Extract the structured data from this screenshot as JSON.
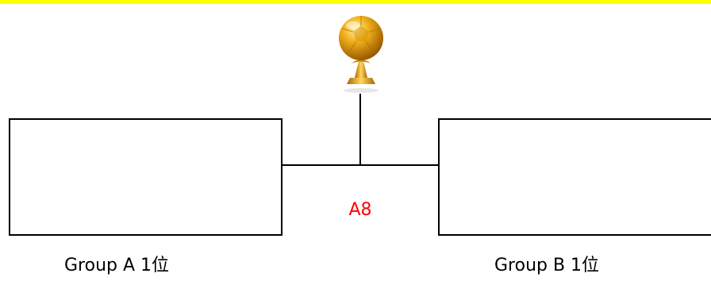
{
  "colors": {
    "top_bar": "#ffff00",
    "match_code": "#ff0000",
    "trophy": "gold"
  },
  "trophy": {
    "icon": "trophy-icon"
  },
  "match": {
    "code": "A8"
  },
  "teams": {
    "left_label": "Group A ​1位",
    "right_label": "Group B ​1位"
  }
}
